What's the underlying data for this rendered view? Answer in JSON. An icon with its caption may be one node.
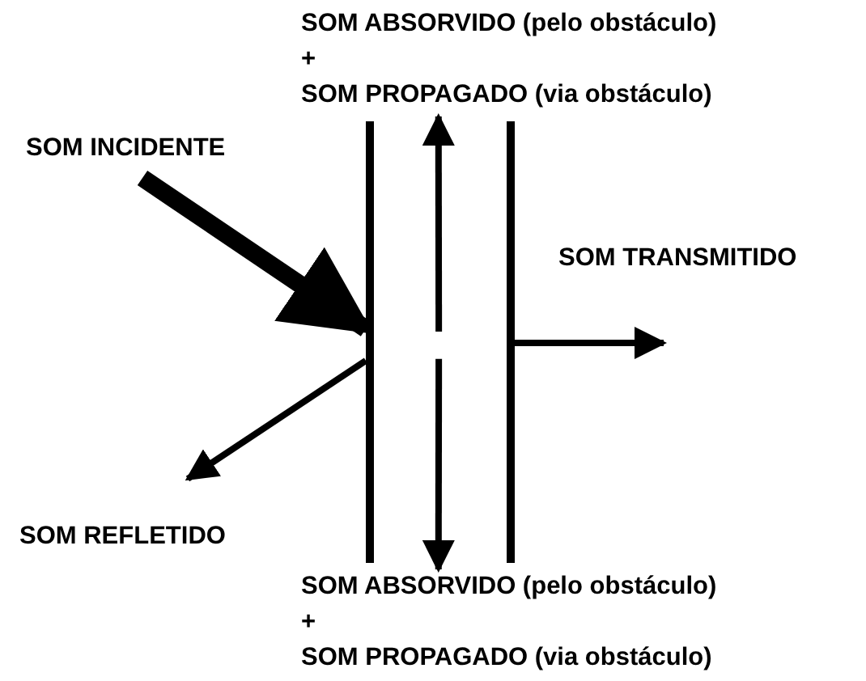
{
  "diagram": {
    "nodes": [
      {
        "text": [
          "SOM ABSORVIDO (pelo obstáculo)",
          "+",
          "SOM PROPAGADO (via obstáculo)"
        ]
      },
      {
        "text": [],
        "shape": "box"
      },
      {
        "text": [
          "SOM ABSORVIDO (pelo obstáculo)",
          "+",
          "SOM PROPAGADO (via obstáculo)"
        ]
      }
    ],
    "edges": [
      {
        "from": null,
        "to": 1,
        "arrow": "to",
        "style": "thick"
      },
      {
        "from": 1,
        "to": null,
        "arrow": "to"
      },
      {
        "from": 1,
        "to": null,
        "arrow": "to"
      },
      {
        "from": 1,
        "to": 0,
        "arrow": "to"
      },
      {
        "from": 1,
        "to": 2,
        "arrow": "to"
      }
    ],
    "labels": [
      "SOM INCIDENTE",
      "SOM TRANSMITIDO",
      "SOM REFLETIDO"
    ]
  }
}
